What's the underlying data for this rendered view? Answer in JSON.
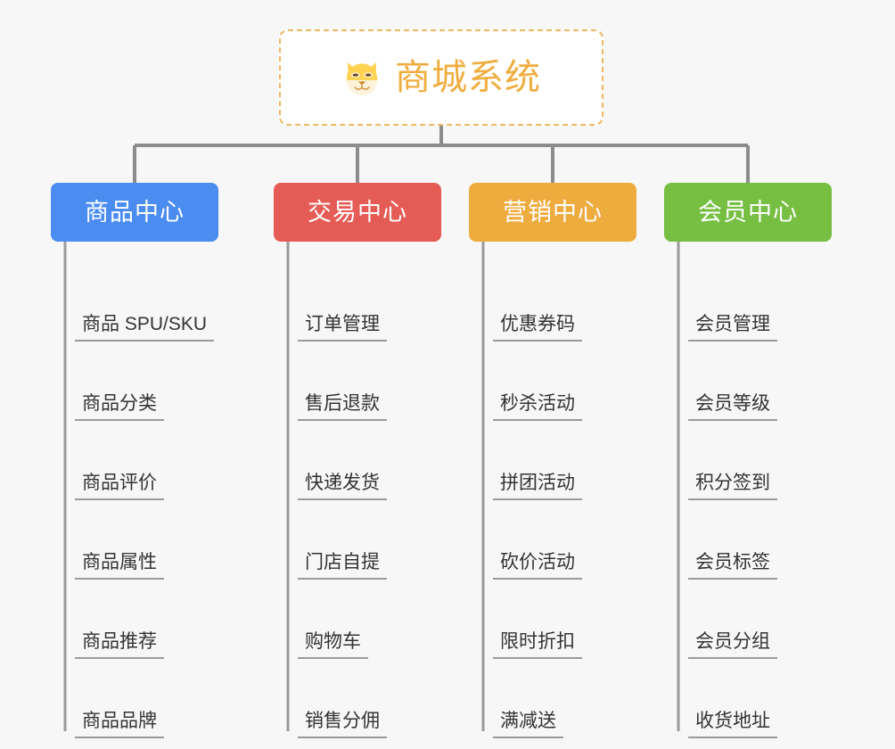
{
  "diagram": {
    "type": "org-tree",
    "background_color": "#f7f7f7",
    "connector_color": "#8c8c8c",
    "leaf_rule_color": "#9a9a9a",
    "root": {
      "title": "商城系统",
      "icon": "shiba-dog-face-icon",
      "text_color": "#f0ad3e",
      "border_color": "#f0b862",
      "background_color": "#ffffff",
      "border_style": "dashed"
    },
    "branches": [
      {
        "label": "商品中心",
        "color": "#4a8cf0",
        "items": [
          "商品 SPU/SKU",
          "商品分类",
          "商品评价",
          "商品属性",
          "商品推荐",
          "商品品牌"
        ]
      },
      {
        "label": "交易中心",
        "color": "#e55b55",
        "items": [
          "订单管理",
          "售后退款",
          "快递发货",
          "门店自提",
          "购物车",
          "销售分佣"
        ]
      },
      {
        "label": "营销中心",
        "color": "#eeab3e",
        "items": [
          "优惠券码",
          "秒杀活动",
          "拼团活动",
          "砍价活动",
          "限时折扣",
          "满减送"
        ]
      },
      {
        "label": "会员中心",
        "color": "#76bf42",
        "items": [
          "会员管理",
          "会员等级",
          "积分签到",
          "会员标签",
          "会员分组",
          "收货地址"
        ]
      }
    ]
  }
}
